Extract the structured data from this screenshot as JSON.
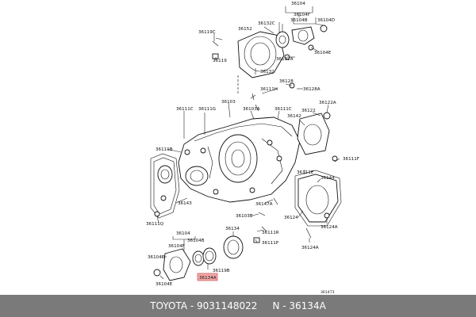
{
  "labels": {
    "l36104": "36104",
    "l36104F": "36104F",
    "l36132C": "36132C",
    "l36104B_top": "36104B",
    "l36104D_top": "36104D",
    "l36119C": "36119C",
    "l36152": "36152",
    "l36132A": "36132A",
    "l36104E_top": "36104E",
    "l36119": "36119",
    "l36132": "36132",
    "l36128": "36128",
    "l36111H": "36111H",
    "l36128A": "36128A",
    "l36103": "36103",
    "l36111C_l": "36111C",
    "l36111G": "36111G",
    "l36103A": "36103A",
    "l36111C_r": "36111C",
    "l36122": "36122",
    "l36122A": "36122A",
    "l36142": "36142",
    "l36111B": "36111B",
    "l36111F": "36111F",
    "l36111E": "36111E",
    "l36144": "36144",
    "l36143": "36143",
    "l36147A": "36147A",
    "l36103B": "36103B",
    "l36124": "36124",
    "l36124A": "36124A",
    "l36111Q": "36111Q",
    "l36111R": "36111R",
    "l36134": "36134",
    "l36111P": "36111P",
    "l36124A_b": "36124A",
    "l36104_b": "36104",
    "l36104B_b": "36104B",
    "l36104F_b": "36104F",
    "l36104D_b": "36104D",
    "l36119B": "36119B",
    "l36134A": "36134A",
    "l36104E_b": "36104E",
    "l36147J": "361473"
  },
  "footer": {
    "brand": "TOYOTA",
    "sep1": " - ",
    "part_number": "9031148022",
    "sep2": "     N - ",
    "ref": "36134A"
  },
  "colors": {
    "footer_bg": "#7a7a7a",
    "highlight": "#f2a8a8"
  }
}
